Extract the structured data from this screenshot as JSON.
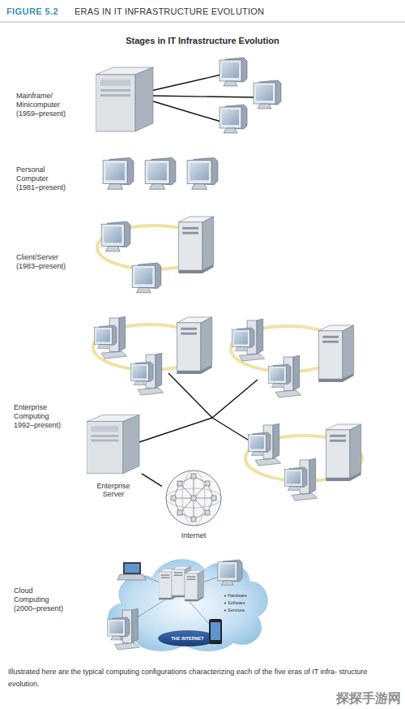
{
  "diagram": {
    "title": "Stages in IT Infrastructure Evolution",
    "caption": "Illustrated here are the typical computing configurations characterizing each of the five eras of IT infra- structure evolution.",
    "nodes": [
      {
        "text": [
          "Enterprise Server"
        ]
      },
      {
        "text": [
          "Internet"
        ]
      },
      {
        "text": [
          "Hardware",
          "Software",
          "Services"
        ]
      },
      {
        "text": [
          "THE INTERNET"
        ],
        "in": 2
      }
    ],
    "edges": [
      {
        "from": 0,
        "to": 1,
        "arrow": "none"
      }
    ],
    "labels": [
      "FIGURE 5.2",
      "ERAS IN IT INFRASTRUCTURE EVOLUTION",
      "Mainframe/ Minicomputer (1959–present)",
      "Personal Computer (1981–present)",
      "Client/Server (1983–present)",
      "Enterprise Computing 1992–present)",
      "Cloud Computing (2000–present)",
      "探探手游网"
    ]
  }
}
